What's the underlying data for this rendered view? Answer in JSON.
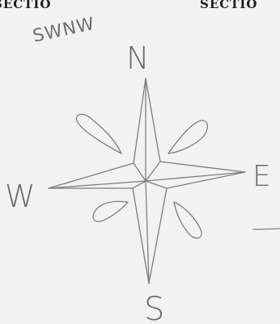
{
  "header": {
    "left_fragment": "SECTIO",
    "right_fragment": "SECTIO"
  },
  "handwritten_note": "SWNW",
  "compass": {
    "north_label": "N",
    "south_label": "S",
    "east_label": "E",
    "west_label": "W"
  }
}
